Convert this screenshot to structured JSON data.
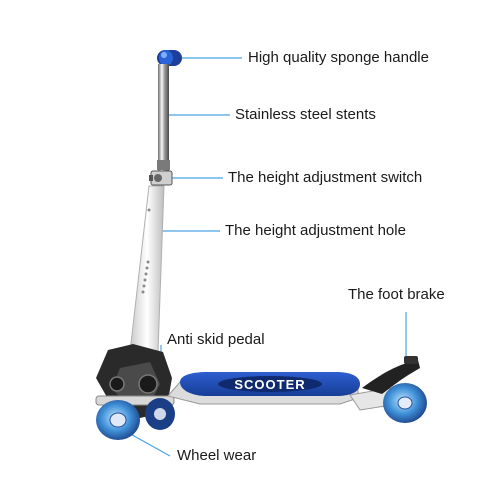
{
  "callouts": {
    "handle": "High quality sponge handle",
    "stents": "Stainless steel stents",
    "switch": "The height adjustment switch",
    "hole": "The height adjustment hole",
    "brake": "The foot brake",
    "pedal": "Anti skid pedal",
    "wheel": "Wheel wear"
  },
  "deck_text": "SCOOTER",
  "colors": {
    "accent_blue": "#1f4fbf",
    "leader_line": "#4aa3e8",
    "frame_white": "#f2f2f2",
    "chassis_dark": "#2a2a2a"
  }
}
